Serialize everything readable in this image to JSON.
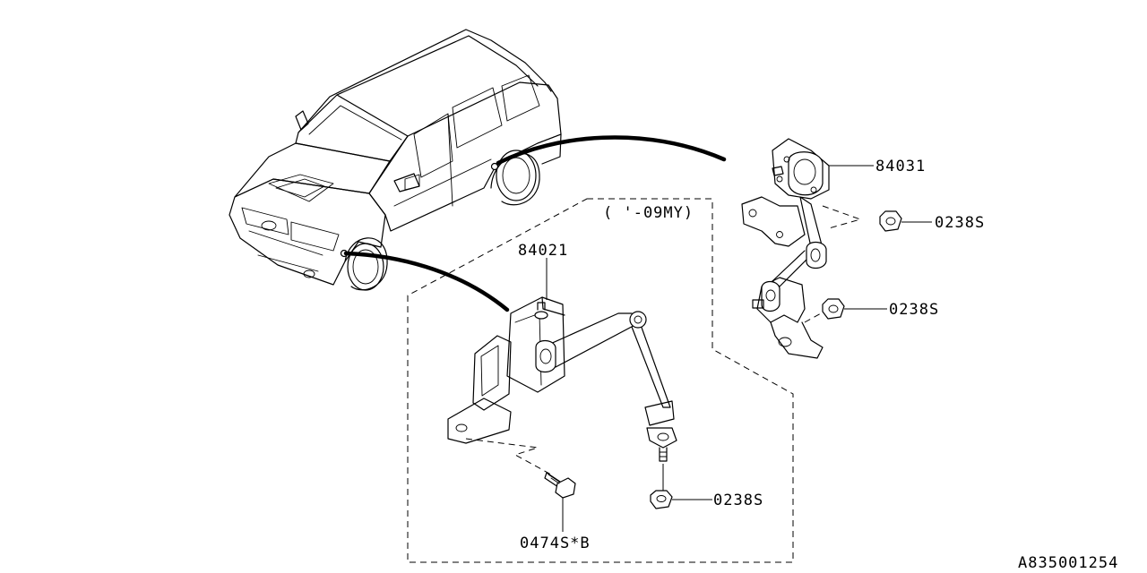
{
  "diagram": {
    "part_labels": {
      "sensor_rear": "84031",
      "sensor_front": "84021",
      "nut_rear_upper": "0238S",
      "nut_rear_lower": "0238S",
      "nut_front": "0238S",
      "bolt_front": "0474S*B"
    },
    "variant_note": "( '-09MY)",
    "figure_code": "A835001254"
  }
}
